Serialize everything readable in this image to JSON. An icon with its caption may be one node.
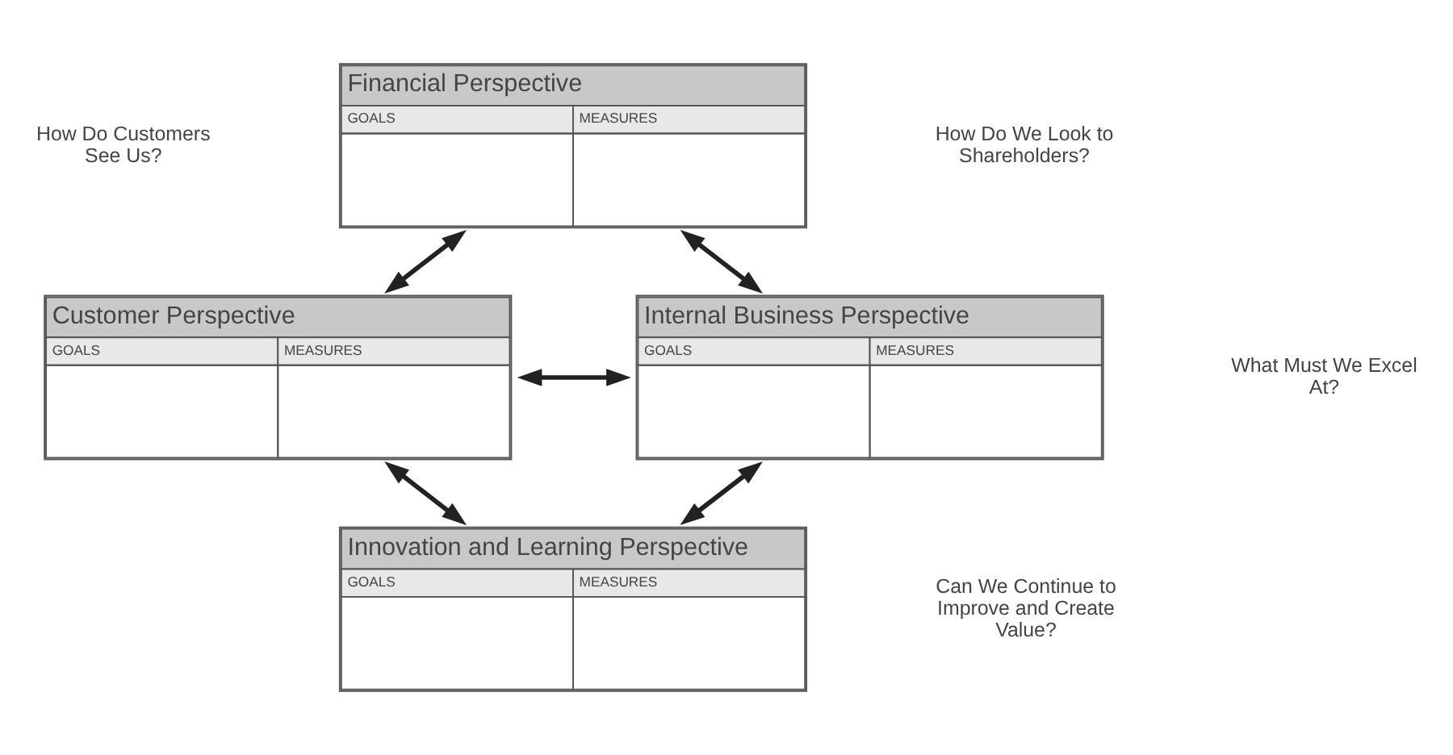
{
  "diagram": {
    "nodes": [
      {
        "text": [
          "Financial Perspective",
          "GOALS",
          "MEASURES"
        ]
      },
      {
        "text": [
          "Customer Perspective",
          "GOALS",
          "MEASURES"
        ]
      },
      {
        "text": [
          "Internal Business Perspective",
          "GOALS",
          "MEASURES"
        ]
      },
      {
        "text": [
          "Innovation and Learning Perspective",
          "GOALS",
          "MEASURES"
        ]
      }
    ],
    "edges": [
      {
        "from": 0,
        "to": 1,
        "arrow": "both"
      },
      {
        "from": 0,
        "to": 2,
        "arrow": "both"
      },
      {
        "from": 1,
        "to": 2,
        "arrow": "both"
      },
      {
        "from": 1,
        "to": 3,
        "arrow": "both"
      },
      {
        "from": 3,
        "to": 2,
        "arrow": "both"
      }
    ],
    "labels": [
      "How Do We Look to Shareholders?",
      "How Do Customers See Us?",
      "What Must We Excel At?",
      "Can We Continue to Improve and Create Value?"
    ]
  }
}
